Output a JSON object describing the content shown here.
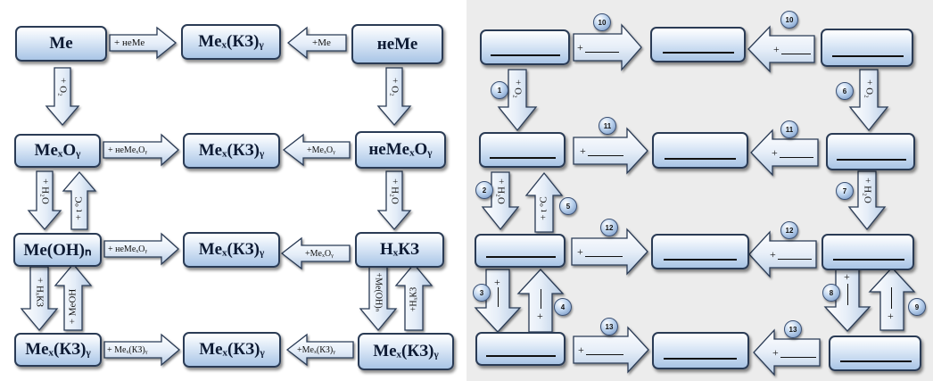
{
  "left": {
    "boxes": {
      "me": "Me",
      "meKZ1": "Meₓ(КЗ)ᵧ",
      "neMe": "неМе",
      "meO": "MeₓOᵧ",
      "meKZ2": "Meₓ(КЗ)ᵧ",
      "neMeO": "неMeₓOᵧ",
      "meOH": "Me(OH)ₙ",
      "meKZ3": "Meₓ(КЗ)ᵧ",
      "hKZ": "HₓКЗ",
      "meKZ4a": "Meₓ(КЗ)ᵧ",
      "meKZ4b": "Meₓ(КЗ)ᵧ",
      "meKZ4c": "Meₓ(КЗ)ᵧ"
    },
    "arrows": {
      "r1a": "+ неМе",
      "r1b": "+Me",
      "r2a": "+ неMeₓOᵧ",
      "r2b": "+MeₓOᵧ",
      "r3a": "+ неMeₓOᵧ",
      "r3b": "+MeₓOᵧ",
      "r4a": "+ Meₓ(КЗ)ᵧ",
      "r4b": "+Meₓ(КЗ)ᵧ",
      "c1": "+ O₂",
      "c1r": "+ O₂",
      "c2down": "+ H₂O",
      "c2up": "+ t °C",
      "c2r": "+ H₂O",
      "c3down": "+ HₓКЗ",
      "c3up": "+ MeOH",
      "c3rdown": "+Me(OH)ₙ",
      "c3rup": "+HₓКЗ"
    }
  },
  "right": {
    "numbers": {
      "n10a": "10",
      "n10b": "10",
      "n11a": "11",
      "n11b": "11",
      "n12a": "12",
      "n12b": "12",
      "n13a": "13",
      "n13b": "13",
      "n1": "1",
      "n2": "2",
      "n3": "3",
      "n4": "4",
      "n5": "5",
      "n6": "6",
      "n7": "7",
      "n8": "8",
      "n9": "9"
    },
    "labels": {
      "plus": "+",
      "o2": "+ O₂",
      "h2o": "+ H₂O",
      "t": "+ t °C"
    }
  },
  "colors": {
    "box_top": "#ffffff",
    "box_bottom": "#a9c5e6",
    "border": "#2a3b55",
    "right_bg": "#ececec"
  }
}
